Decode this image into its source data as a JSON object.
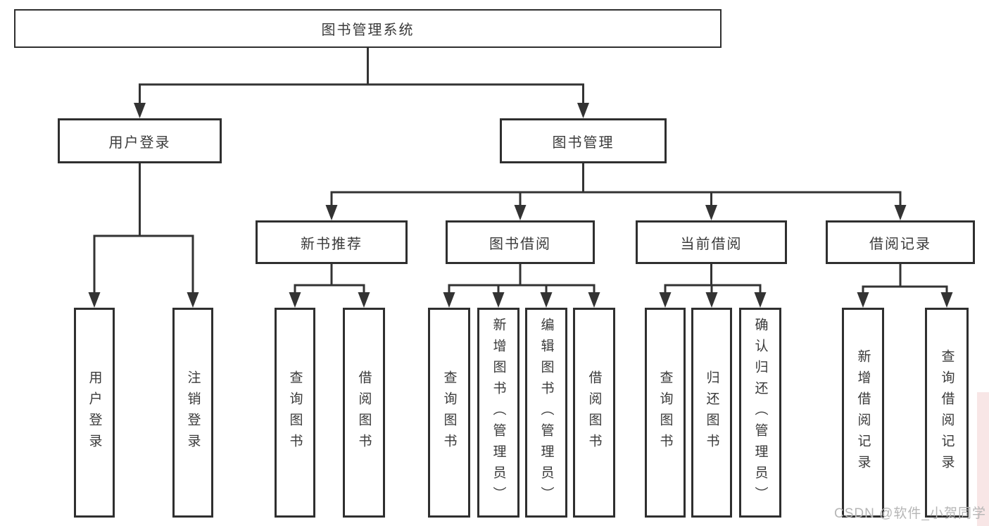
{
  "tree": {
    "label": "图书管理系统",
    "children": [
      {
        "label": "用户登录",
        "children": [
          {
            "label": "用户登录"
          },
          {
            "label": "注销登录"
          }
        ]
      },
      {
        "label": "图书管理",
        "children": [
          {
            "label": "新书推荐",
            "children": [
              {
                "label": "查询图书"
              },
              {
                "label": "借阅图书"
              }
            ]
          },
          {
            "label": "图书借阅",
            "children": [
              {
                "label": "查询图书"
              },
              {
                "label": "新增图书（管理员）"
              },
              {
                "label": "编辑图书（管理员）"
              },
              {
                "label": "借阅图书"
              }
            ]
          },
          {
            "label": "当前借阅",
            "children": [
              {
                "label": "查询图书"
              },
              {
                "label": "归还图书"
              },
              {
                "label": "确认归还（管理员）"
              }
            ]
          },
          {
            "label": "借阅记录",
            "children": [
              {
                "label": "新增借阅记录"
              },
              {
                "label": "查询借阅记录"
              }
            ]
          }
        ]
      }
    ]
  },
  "watermark": {
    "text": "CSDN @软件_小贺同学"
  },
  "colors": {
    "line": "#333333",
    "box_border": "#2f2f2f",
    "text": "#3a3a3a",
    "background": "#ffffff",
    "watermark_text": "#b6b6b6",
    "watermark_strip": "#f2d1d1"
  }
}
